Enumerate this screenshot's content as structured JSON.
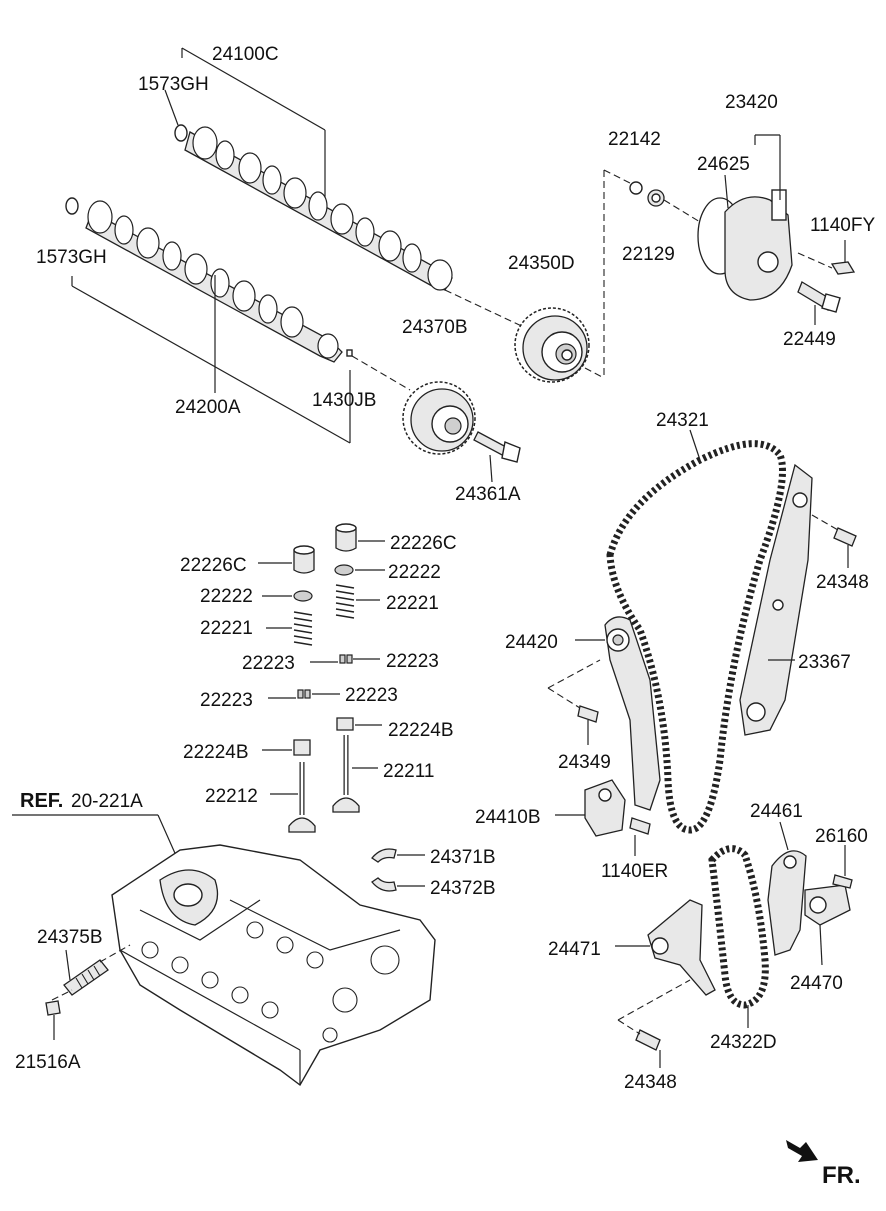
{
  "labels": {
    "p24100C": "24100C",
    "p1573GH_top": "1573GH",
    "p1573GH_left": "1573GH",
    "p24200A": "24200A",
    "p1430JB": "1430JB",
    "p24370B": "24370B",
    "p24361A": "24361A",
    "p24350D": "24350D",
    "p22142": "22142",
    "p22129": "22129",
    "p23420": "23420",
    "p24625": "24625",
    "p1140FY": "1140FY",
    "p22449": "22449",
    "p24321": "24321",
    "p24348_top": "24348",
    "p23367": "23367",
    "p24420": "24420",
    "p24349": "24349",
    "p24410B": "24410B",
    "p1140ER": "1140ER",
    "p24461": "24461",
    "p26160": "26160",
    "p24471": "24471",
    "p24470": "24470",
    "p24322D": "24322D",
    "p24348_bottom": "24348",
    "p22226C_right": "22226C",
    "p22226C_left": "22226C",
    "p22222_right": "22222",
    "p22222_left": "22222",
    "p22221_right": "22221",
    "p22221_left": "22221",
    "p22223_a": "22223",
    "p22223_b": "22223",
    "p22223_c": "22223",
    "p22223_d": "22223",
    "p22224B_right": "22224B",
    "p22224B_left": "22224B",
    "p22211": "22211",
    "p22212": "22212",
    "ref_bold": "REF.",
    "ref_code": "20-221A",
    "p24371B": "24371B",
    "p24372B": "24372B",
    "p24375B": "24375B",
    "p21516A": "21516A",
    "front_label": "FR."
  }
}
